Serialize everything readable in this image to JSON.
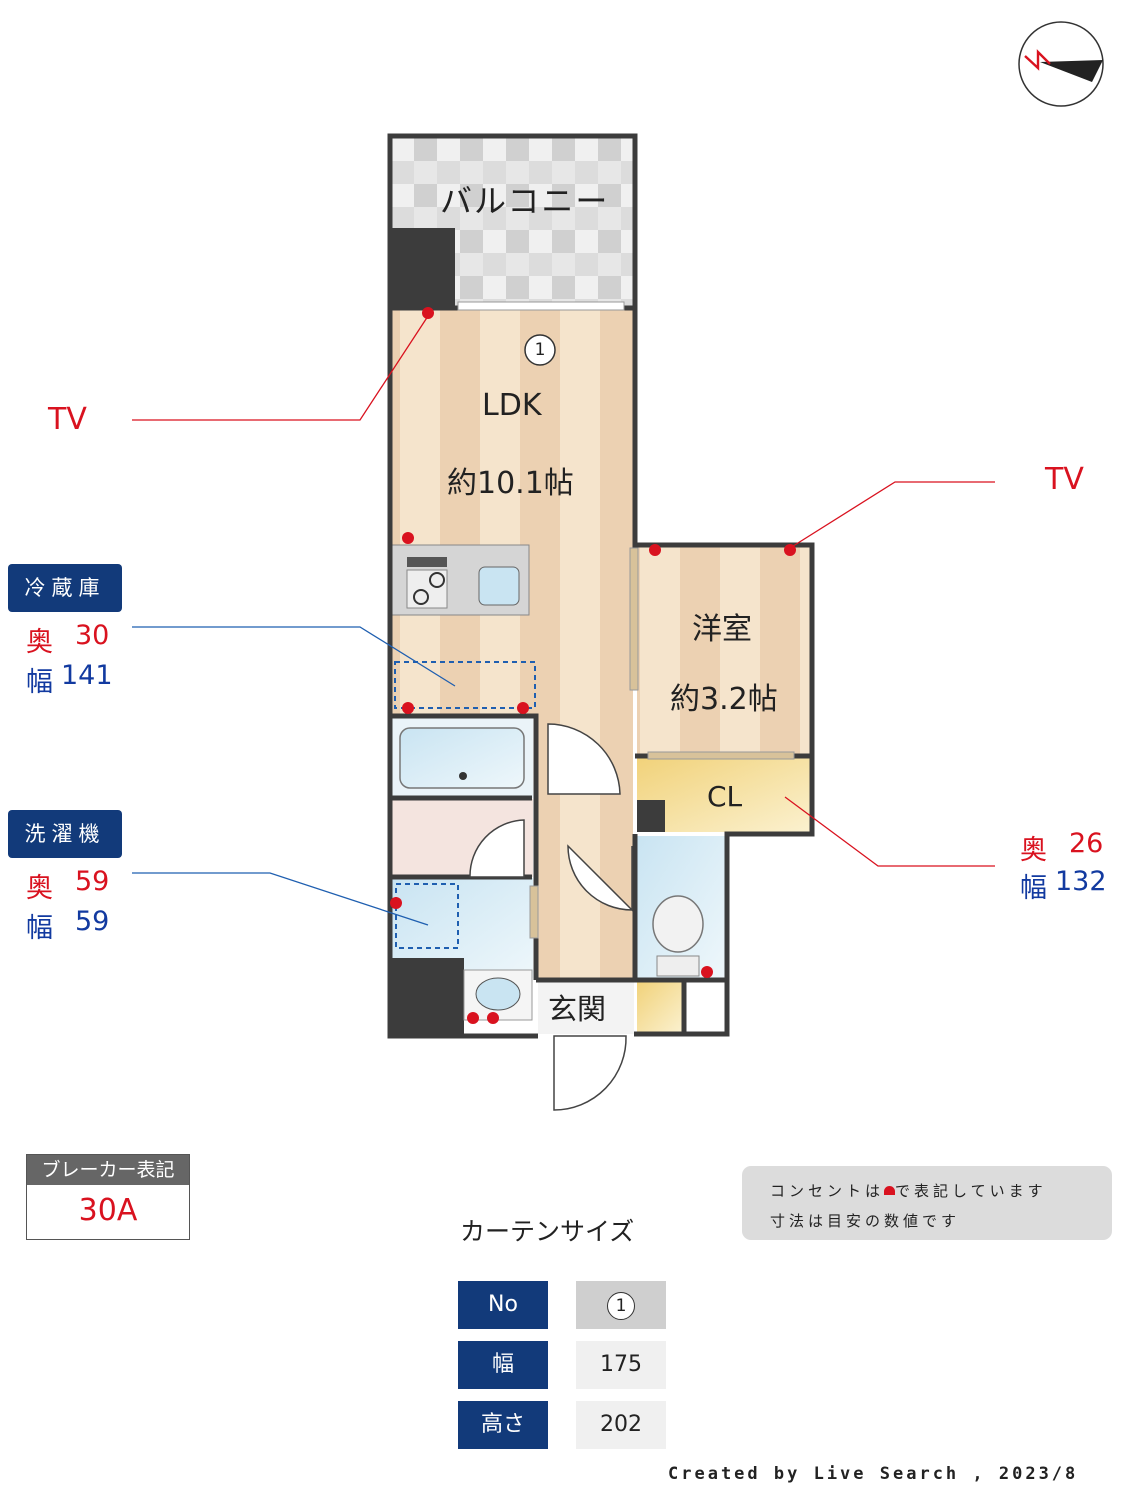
{
  "rooms": {
    "balcony": "バルコニー",
    "ldk_name": "LDK",
    "ldk_size": "約10.1帖",
    "western_name": "洋室",
    "western_size": "約3.2帖",
    "closet": "CL",
    "entrance": "玄関",
    "curtain_marker": "1"
  },
  "tv_left": "TV",
  "tv_right": "TV",
  "fridge": {
    "label": "冷蔵庫",
    "depth_label": "奥",
    "depth": "30",
    "width_label": "幅",
    "width": "141"
  },
  "washer": {
    "label": "洗濯機",
    "depth_label": "奥",
    "depth": "59",
    "width_label": "幅",
    "width": "59"
  },
  "closet_dims": {
    "depth_label": "奥",
    "depth": "26",
    "width_label": "幅",
    "width": "132"
  },
  "breaker": {
    "header": "ブレーカー表記",
    "value": "30A"
  },
  "note": {
    "line1_before": "コンセントは",
    "line1_after": "で表記しています",
    "line2": "寸法は目安の数値です"
  },
  "curtain": {
    "title": "カーテンサイズ",
    "rows": [
      {
        "head": "No",
        "value": "1"
      },
      {
        "head": "幅",
        "value": "175"
      },
      {
        "head": "高さ",
        "value": "202"
      }
    ]
  },
  "credit": "Created by Live Search , 2023/8",
  "colors": {
    "outlet": "#d9121f",
    "navy": "#123a7a",
    "floor": "#f3e1c8",
    "wet": "#d7ecf6",
    "closet": "#f6e3a1"
  }
}
